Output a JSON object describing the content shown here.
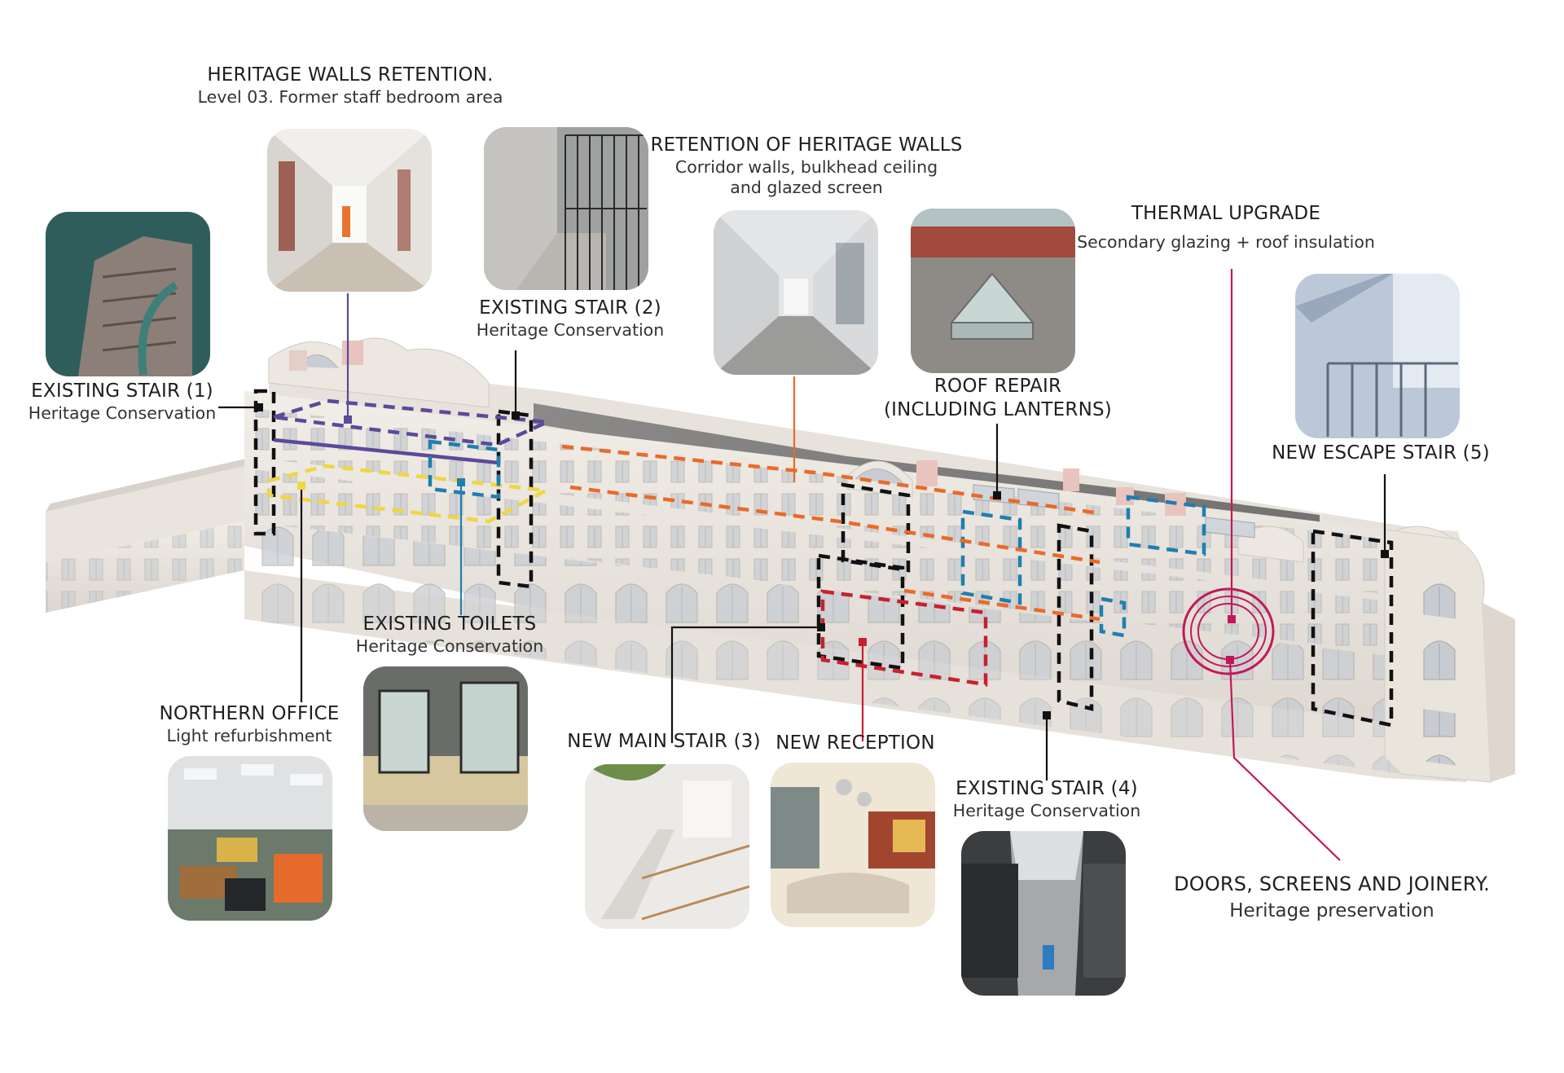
{
  "callouts": {
    "heritage_walls_retention": {
      "title": "HERITAGE WALLS RETENTION.",
      "subtitle": "Level 03. Former staff bedroom area"
    },
    "retention_heritage_walls": {
      "title": "RETENTION OF HERITAGE WALLS",
      "line1": "Corridor walls, bulkhead ceiling",
      "line2": "and glazed screen"
    },
    "thermal_upgrade": {
      "title": "THERMAL UPGRADE",
      "subtitle": "Secondary glazing + roof insulation"
    },
    "existing_stair_1": {
      "title": "EXISTING STAIR (1)",
      "subtitle": "Heritage Conservation"
    },
    "existing_stair_2": {
      "title": "EXISTING STAIR (2)",
      "subtitle": "Heritage Conservation"
    },
    "roof_repair": {
      "line1": "ROOF REPAIR",
      "line2": "(INCLUDING LANTERNS)"
    },
    "new_escape_stair": {
      "title": "NEW ESCAPE STAIR (5)"
    },
    "existing_toilets": {
      "title": "EXISTING TOILETS",
      "subtitle": "Heritage Conservation"
    },
    "northern_office": {
      "title": "NORTHERN OFFICE",
      "subtitle": "Light refurbishment"
    },
    "new_main_stair": {
      "title": "NEW MAIN STAIR (3)"
    },
    "new_reception": {
      "title": "NEW RECEPTION"
    },
    "existing_stair_4": {
      "title": "EXISTING STAIR (4)",
      "subtitle": "Heritage Conservation"
    },
    "doors_screens": {
      "title": "DOORS, SCREENS AND JOINERY.",
      "subtitle": "Heritage preservation"
    }
  },
  "colors": {
    "black": "#111111",
    "purple": "#5b4a9a",
    "yellow": "#f0d640",
    "blue": "#1f7fae",
    "orange": "#ea6a2a",
    "red": "#c8202f",
    "crimson": "#c2185b",
    "building": "#ece7e0"
  }
}
